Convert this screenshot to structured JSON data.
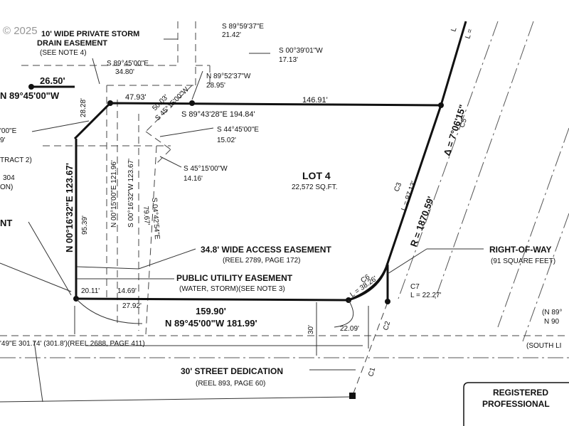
{
  "watermark": "© 2025",
  "lot": {
    "name": "LOT 4",
    "area": "22,572 SQ.FT."
  },
  "labels": {
    "storm_title1": "10' WIDE PRIVATE STORM",
    "storm_title2": "DRAIN EASEMENT",
    "storm_note": "(SEE NOTE 4)",
    "c_s8959": "S 89°59'37\"E",
    "c_2142": "21.42'",
    "c_s0039": "S 00°39'01\"W",
    "c_1713": "17.13'",
    "c_s8945a": "S 89°45'00\"E",
    "c_3480": "34.80'",
    "c_n8952": "N 89°52'37\"W",
    "c_2895": "28.95'",
    "c_2650": "26.50'",
    "c_n8945w": "N 89°45'00\"W",
    "c_2828": "28.28'",
    "c_4793": "47.93'",
    "c_5003": "50.03'",
    "c_s4515": "S 45°15'00\"W",
    "c_s8943": "S 89°43'28\"E 194.84'",
    "c_14691": "146.91'",
    "c_s4445": "S 44°45'00\"E",
    "c_1502": "15.02'",
    "c_s4515b": "S 45°15'00\"W",
    "c_1416": "14.16'",
    "left_00e": "'00\"E",
    "left_9": "9'",
    "left_tract": "TRACT 2)",
    "left_304": "304",
    "left_on": "ON)",
    "left_nt": "NT",
    "c_n0016": "N 00°16'32\"E 123.67'",
    "c_9539": "95.39'",
    "c_n0015": "N 00°15'00\"E 121.96'",
    "c_s0016": "S 00°16'32\"W 123.67'",
    "c_s0442": "S 04°42'54\"E",
    "c_7967": "79.67'",
    "access1": "34.8' WIDE ACCESS EASEMENT",
    "access2": "(REEL 2789, PAGE 172)",
    "pue1": "PUBLIC UTILITY EASEMENT",
    "pue2": "(WATER, STORM)(SEE NOTE 3)",
    "c_2011": "20.11'",
    "c_1469": "14.69'",
    "c_2792": "27.92'",
    "c_15990": "159.90'",
    "c_n8945b": "N 89°45'00\"W 181.99'",
    "c_30": "30'",
    "c_2209": "22.09'",
    "reel2688": "'49\"E  301.74'  (301.8')(REEL 2688, PAGE 411)",
    "street1": "30' STREET DEDICATION",
    "street2": "(REEL 893, PAGE 60)",
    "row1": "RIGHT-OF-WAY",
    "row2": "(91 SQUARE FEET)",
    "c6": "C6",
    "c6_len": "L = 38.26'",
    "c7": "C7",
    "c7_len": "L = 22.27'",
    "c3": "C3",
    "c3_len": "L = 97.13'",
    "radius": "R = 1870.59'",
    "delta": "Δ = 7°06'15\"",
    "c5": "C5",
    "c2": "C2",
    "c1": "C1",
    "right_n89": "(N 89°",
    "right_n90": "N 90",
    "south_li": "(SOUTH LI",
    "reg1": "REGISTERED",
    "reg2": "PROFESSIONAL",
    "top_l1": "L",
    "top_l2": "L ="
  }
}
